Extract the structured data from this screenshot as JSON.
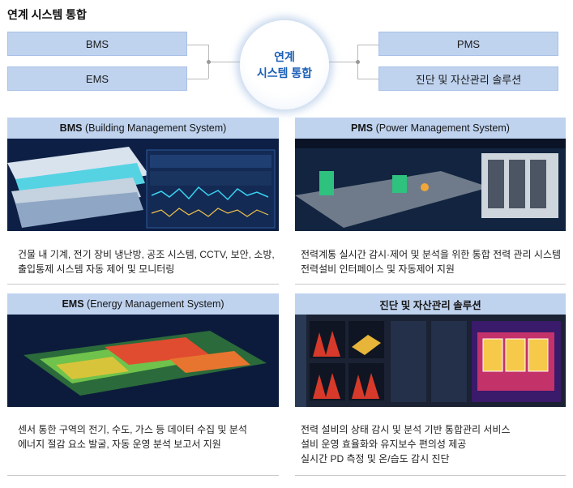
{
  "page_title": "연계 시스템 통합",
  "hub": {
    "line1": "연계",
    "line2": "시스템 통합"
  },
  "left_boxes": [
    "BMS",
    "EMS"
  ],
  "right_boxes": [
    "PMS",
    "진단 및 자산관리 솔루션"
  ],
  "cards": [
    {
      "abbr": "BMS",
      "full": "(Building Management System)",
      "lines": [
        "건물 내 기계, 전기 장비 냉난방, 공조 시스템, CCTV, 보안, 소방,",
        "출입통제 시스템 자동 제어 및 모니터링"
      ]
    },
    {
      "abbr": "PMS",
      "full": "(Power Management System)",
      "lines": [
        "전력계통 실시간 감시·제어 및 분석을 위한 통합 전력 관리 시스템",
        "전력설비 인터페이스 및 자동제어 지원"
      ]
    },
    {
      "abbr": "EMS",
      "full": "(Energy Management System)",
      "lines": [
        "센서 통한 구역의 전기, 수도, 가스 등 데이터 수집 및 분석",
        "에너지 절감 요소 발굴, 자동 운영 분석 보고서 지원"
      ]
    },
    {
      "abbr": "진단 및 자산관리 솔루션",
      "full": "",
      "lines": [
        "전력 설비의 상태 감시 및 분석 기반 통합관리 서비스",
        "설비 운영 효율화와 유지보수 편의성 제공",
        "실시간 PD 측정 및 온/습도 감시 진단"
      ]
    }
  ]
}
